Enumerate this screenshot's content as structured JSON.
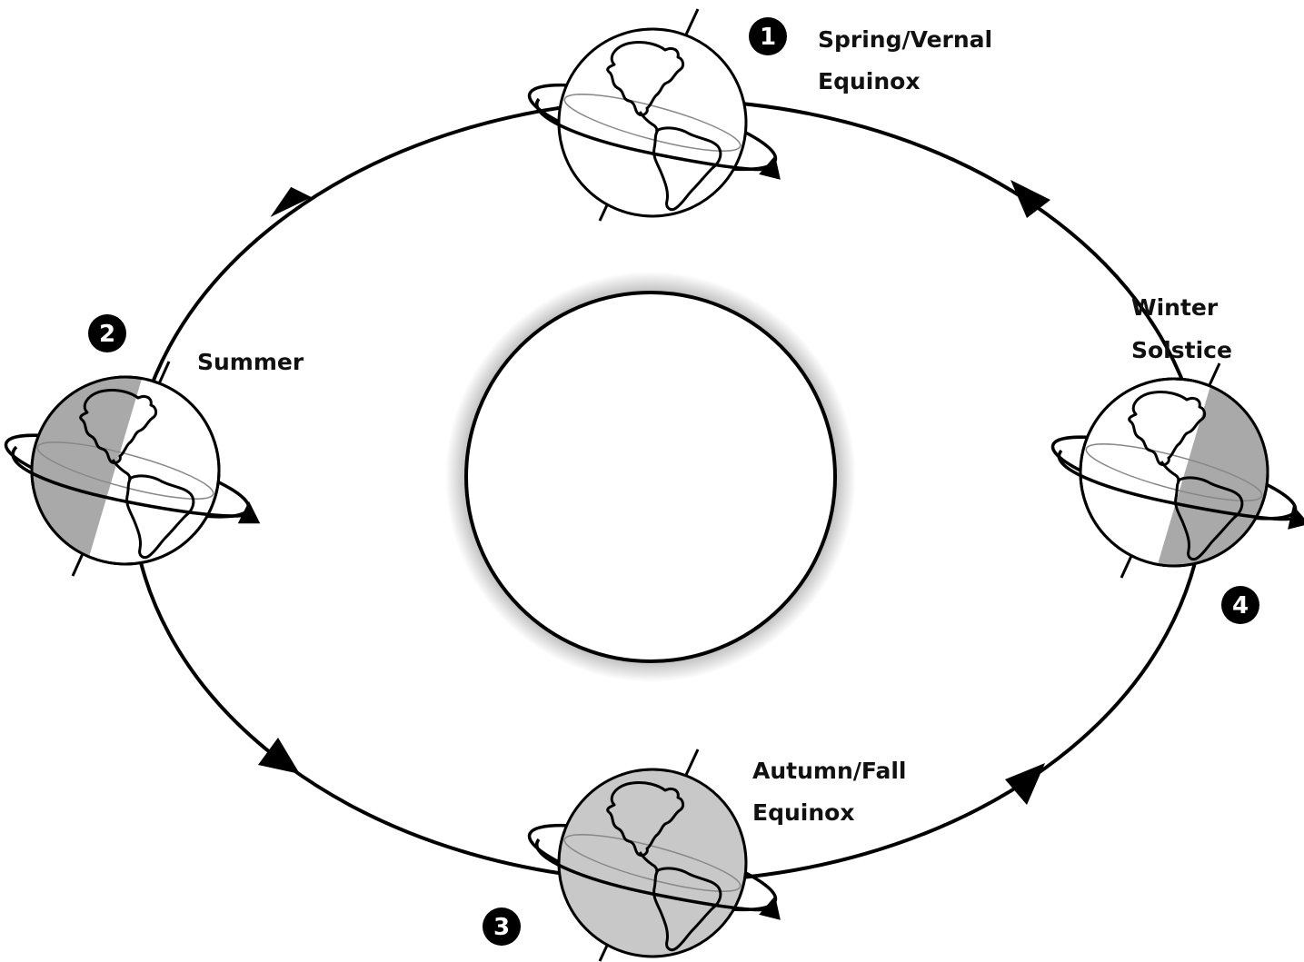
{
  "diagram": {
    "sun_fill": "#ffffff",
    "orbit_direction": "counterclockwise",
    "positions": [
      {
        "id": "spring",
        "number": "1",
        "label_lines": [
          "Spring/Vernal",
          "Equinox"
        ],
        "globe_fill": "#ffffff",
        "night_shading": "none"
      },
      {
        "id": "summer",
        "number": "2",
        "label_lines": [
          "Summer"
        ],
        "globe_fill": "#ffffff",
        "night_shading": "left"
      },
      {
        "id": "autumn",
        "number": "3",
        "label_lines": [
          "Autumn/Fall",
          "Equinox"
        ],
        "globe_fill": "#c8c8c8",
        "night_shading": "none"
      },
      {
        "id": "winter",
        "number": "4",
        "label_lines": [
          "Winter",
          "Solstice"
        ],
        "globe_fill": "#ffffff",
        "night_shading": "right"
      }
    ],
    "colors": {
      "night": "#a9a9a9",
      "autumn_globe": "#c8c8c8",
      "badge": "#000000",
      "line": "#000000"
    }
  }
}
